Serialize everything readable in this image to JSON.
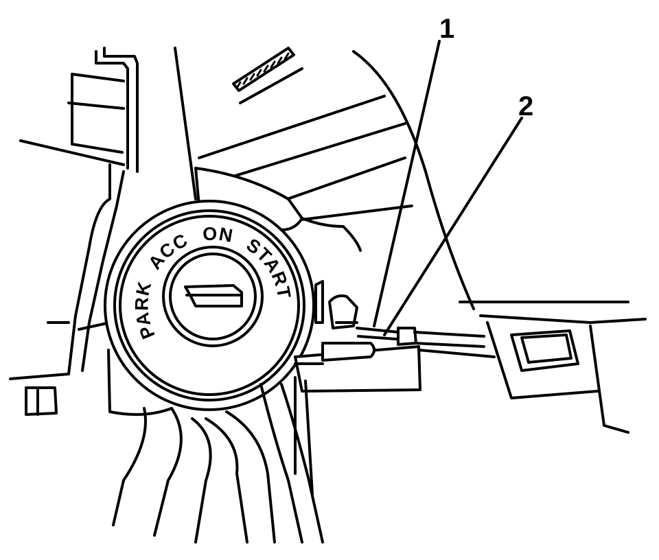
{
  "callouts": [
    {
      "id": "1",
      "label": "1"
    },
    {
      "id": "2",
      "label": "2"
    }
  ],
  "ignition_switch": {
    "positions": [
      "PARK",
      "ACC",
      "ON",
      "START"
    ]
  },
  "colors": {
    "ink": "#000000",
    "paper": "#ffffff"
  }
}
